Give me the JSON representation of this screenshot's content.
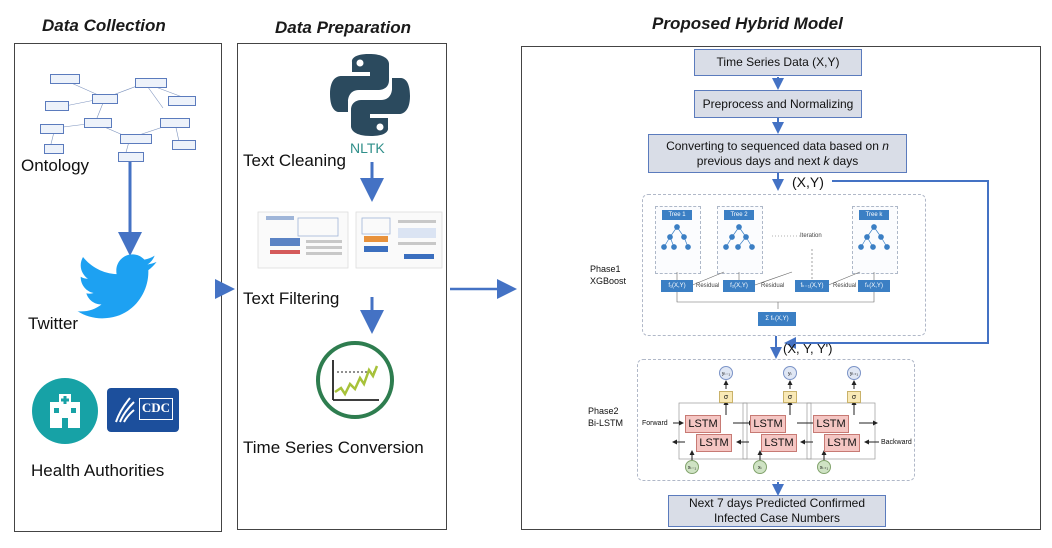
{
  "titles": {
    "collection": "Data Collection",
    "preparation": "Data Preparation",
    "model": "Proposed Hybrid Model"
  },
  "collection": {
    "ontology_label": "Ontology",
    "twitter_label": "Twitter",
    "health_label": "Health Authorities",
    "cdc_text": "CDC"
  },
  "preparation": {
    "nltk_label": "NLTK",
    "text_cleaning": "Text Cleaning",
    "text_filtering": "Text Filtering",
    "time_series_conversion": "Time Series Conversion"
  },
  "model": {
    "step1": "Time Series Data (X,Y)",
    "step2": "Preprocess and Normalizing",
    "step3_line1_a": "Converting to sequenced data based on ",
    "step3_n": "n",
    "step3_line2_a": "previous days and next ",
    "step3_k": "k",
    "step3_line2_b": " days",
    "xy_label": "(X,Y)",
    "xyy_label": "(X, Y, Y')",
    "phase1_a": "Phase1",
    "phase1_b": "XGBoost",
    "phase2_a": "Phase2",
    "phase2_b": "Bi-LSTM",
    "output_line1": "Next 7 days Predicted Confirmed",
    "output_line2": "Infected Case Numbers",
    "xgb": {
      "tree1": "Tree 1",
      "tree2": "Tree 2",
      "treek": "Tree k",
      "iteration": "Iteration",
      "residual": "Residual",
      "f1": "f₁(X,Y)",
      "f2": "f₂(X,Y)",
      "fk1": "fₖ₋₁(X,Y)",
      "fk": "fₖ(X,Y)",
      "sum": "Σ fₖ(X,Y)"
    },
    "bilstm": {
      "lstm": "LSTM",
      "forward": "Forward",
      "backward": "Backward",
      "sigma": "σ",
      "h_prev": "yₜ₋₁",
      "h_t": "yₜ",
      "h_next": "yₜ₊₁",
      "x_prev": "xₜ₋₁",
      "x_t": "xₜ",
      "x_next": "xₜ₊₁"
    }
  },
  "colors": {
    "arrow": "#4472c4",
    "box_fill": "#d9dde7",
    "python_blue": "#3776ab",
    "python_dark": "#2b4a5e",
    "twitter": "#1da1f2",
    "health_teal": "#17a2a6",
    "cdc_blue": "#1c4f9c",
    "lstm_fill": "#f5c6c3"
  }
}
